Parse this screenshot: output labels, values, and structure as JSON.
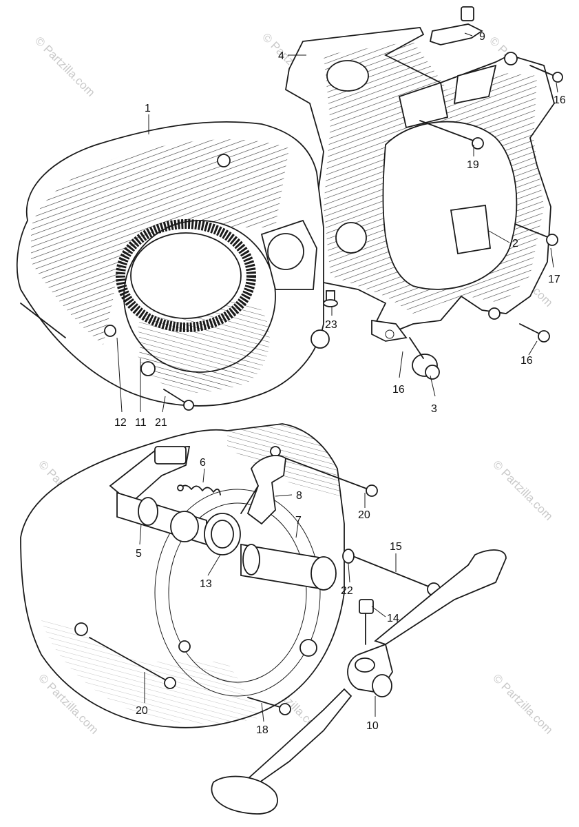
{
  "diagram": {
    "watermark": "© Partzilla.com",
    "parts": [
      {
        "id": "p1",
        "label": "1"
      },
      {
        "id": "p2",
        "label": "2"
      },
      {
        "id": "p3",
        "label": "3"
      },
      {
        "id": "p4",
        "label": "4"
      },
      {
        "id": "p5",
        "label": "5"
      },
      {
        "id": "p6",
        "label": "6"
      },
      {
        "id": "p7",
        "label": "7"
      },
      {
        "id": "p8",
        "label": "8"
      },
      {
        "id": "p9",
        "label": "9"
      },
      {
        "id": "p10",
        "label": "10"
      },
      {
        "id": "p11",
        "label": "11"
      },
      {
        "id": "p12",
        "label": "12"
      },
      {
        "id": "p13",
        "label": "13"
      },
      {
        "id": "p14",
        "label": "14"
      },
      {
        "id": "p15",
        "label": "15"
      },
      {
        "id": "p16a",
        "label": "16"
      },
      {
        "id": "p16b",
        "label": "16"
      },
      {
        "id": "p16c",
        "label": "16"
      },
      {
        "id": "p17",
        "label": "17"
      },
      {
        "id": "p18",
        "label": "18"
      },
      {
        "id": "p19",
        "label": "19"
      },
      {
        "id": "p20a",
        "label": "20"
      },
      {
        "id": "p20b",
        "label": "20"
      },
      {
        "id": "p21",
        "label": "21"
      },
      {
        "id": "p22",
        "label": "22"
      },
      {
        "id": "p23",
        "label": "23"
      }
    ]
  }
}
